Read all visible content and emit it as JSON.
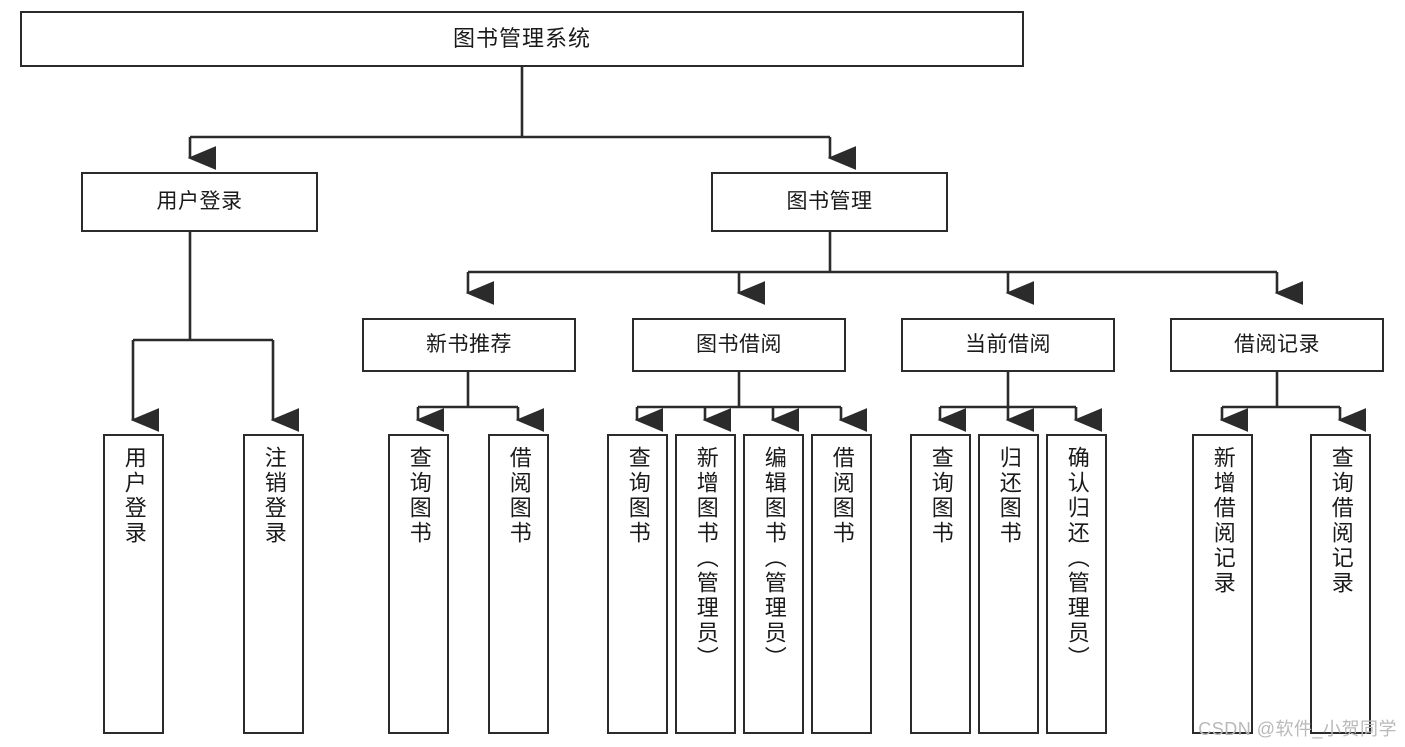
{
  "diagram": {
    "title": "图书管理系统",
    "type": "tree",
    "watermark": "CSDN @软件_小贺同学",
    "colors": {
      "border": "#2b2b2b",
      "background": "#ffffff",
      "text": "#1a1a1a",
      "watermark": "#b9b9b9"
    },
    "root": {
      "label": "图书管理系统"
    },
    "level2": [
      {
        "label": "用户登录"
      },
      {
        "label": "图书管理"
      }
    ],
    "level3": [
      {
        "label": "新书推荐"
      },
      {
        "label": "图书借阅"
      },
      {
        "label": "当前借阅"
      },
      {
        "label": "借阅记录"
      }
    ],
    "leaves": {
      "user_login": [
        {
          "label": "用户登录"
        },
        {
          "label": "注销登录"
        }
      ],
      "new_book": [
        {
          "label": "查询图书"
        },
        {
          "label": "借阅图书"
        }
      ],
      "borrow_book": [
        {
          "label": "查询图书"
        },
        {
          "label": "新增图书（管理员）"
        },
        {
          "label": "编辑图书（管理员）"
        },
        {
          "label": "借阅图书"
        }
      ],
      "current_borrow": [
        {
          "label": "查询图书"
        },
        {
          "label": "归还图书"
        },
        {
          "label": "确认归还（管理员）"
        }
      ],
      "borrow_record": [
        {
          "label": "新增借阅记录"
        },
        {
          "label": "查询借阅记录"
        }
      ]
    }
  }
}
